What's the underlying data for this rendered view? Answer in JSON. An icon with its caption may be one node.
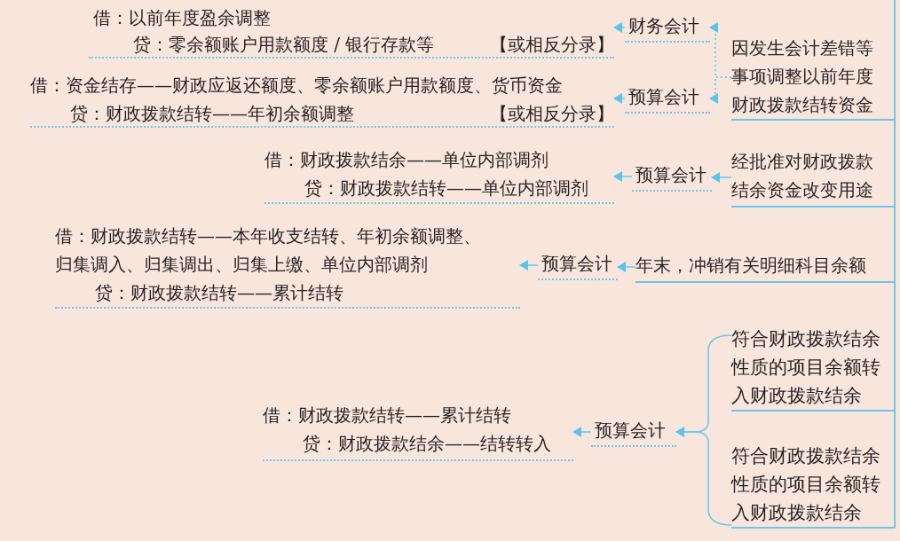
{
  "diagram": {
    "nodes": [
      {
        "text": [
          "因发生会计差错等事项调整以前年度财政拨款结转资金"
        ]
      },
      {
        "text": [
          "财务会计"
        ]
      },
      {
        "text": [
          "预算会计"
        ]
      },
      {
        "text": [
          "借：以前年度盈余调整",
          "贷：零余额账户用款额度 / 银行存款等",
          "【或相反分录】"
        ]
      },
      {
        "text": [
          "借：资金结存——财政应返还额度、零余额账户用款额度、货币资金",
          "贷：财政拨款结转——年初余额调整",
          "【或相反分录】"
        ]
      },
      {
        "text": [
          "经批准对财政拨款结余资金改变用途"
        ]
      },
      {
        "text": [
          "预算会计"
        ]
      },
      {
        "text": [
          "借：财政拨款结余——单位内部调剂",
          "贷：财政拨款结转——单位内部调剂"
        ]
      },
      {
        "text": [
          "年末，冲销有关明细科目余额"
        ]
      },
      {
        "text": [
          "预算会计"
        ]
      },
      {
        "text": [
          "借：财政拨款结转——本年收支结转、年初余额调整、归集调入、归集调出、归集上缴、单位内部调剂",
          "贷：财政拨款结转——累计结转"
        ]
      },
      {
        "text": [
          "符合财政拨款结余性质的项目余额转入财政拨款结余"
        ]
      },
      {
        "text": [
          "符合财政拨款结余性质的项目余额转入财政拨款结余"
        ]
      },
      {
        "text": [
          "预算会计"
        ]
      },
      {
        "text": [
          "借：财政拨款结转——累计结转",
          "贷：财政拨款结余——结转转入"
        ]
      }
    ],
    "edges": [
      {
        "from": 0,
        "to": 1,
        "arrow": "to",
        "style": "dashed"
      },
      {
        "from": 0,
        "to": 2,
        "arrow": "to",
        "style": "dashed"
      },
      {
        "from": 1,
        "to": 3,
        "arrow": "to"
      },
      {
        "from": 2,
        "to": 4,
        "arrow": "to"
      },
      {
        "from": 5,
        "to": 6,
        "arrow": "to"
      },
      {
        "from": 6,
        "to": 7,
        "arrow": "to"
      },
      {
        "from": 8,
        "to": 9,
        "arrow": "to"
      },
      {
        "from": 9,
        "to": 10,
        "arrow": "to"
      },
      {
        "from": 11,
        "to": 13,
        "arrow": "to"
      },
      {
        "from": 12,
        "to": 13,
        "arrow": "to"
      },
      {
        "from": 13,
        "to": 14,
        "arrow": "to"
      }
    ]
  }
}
